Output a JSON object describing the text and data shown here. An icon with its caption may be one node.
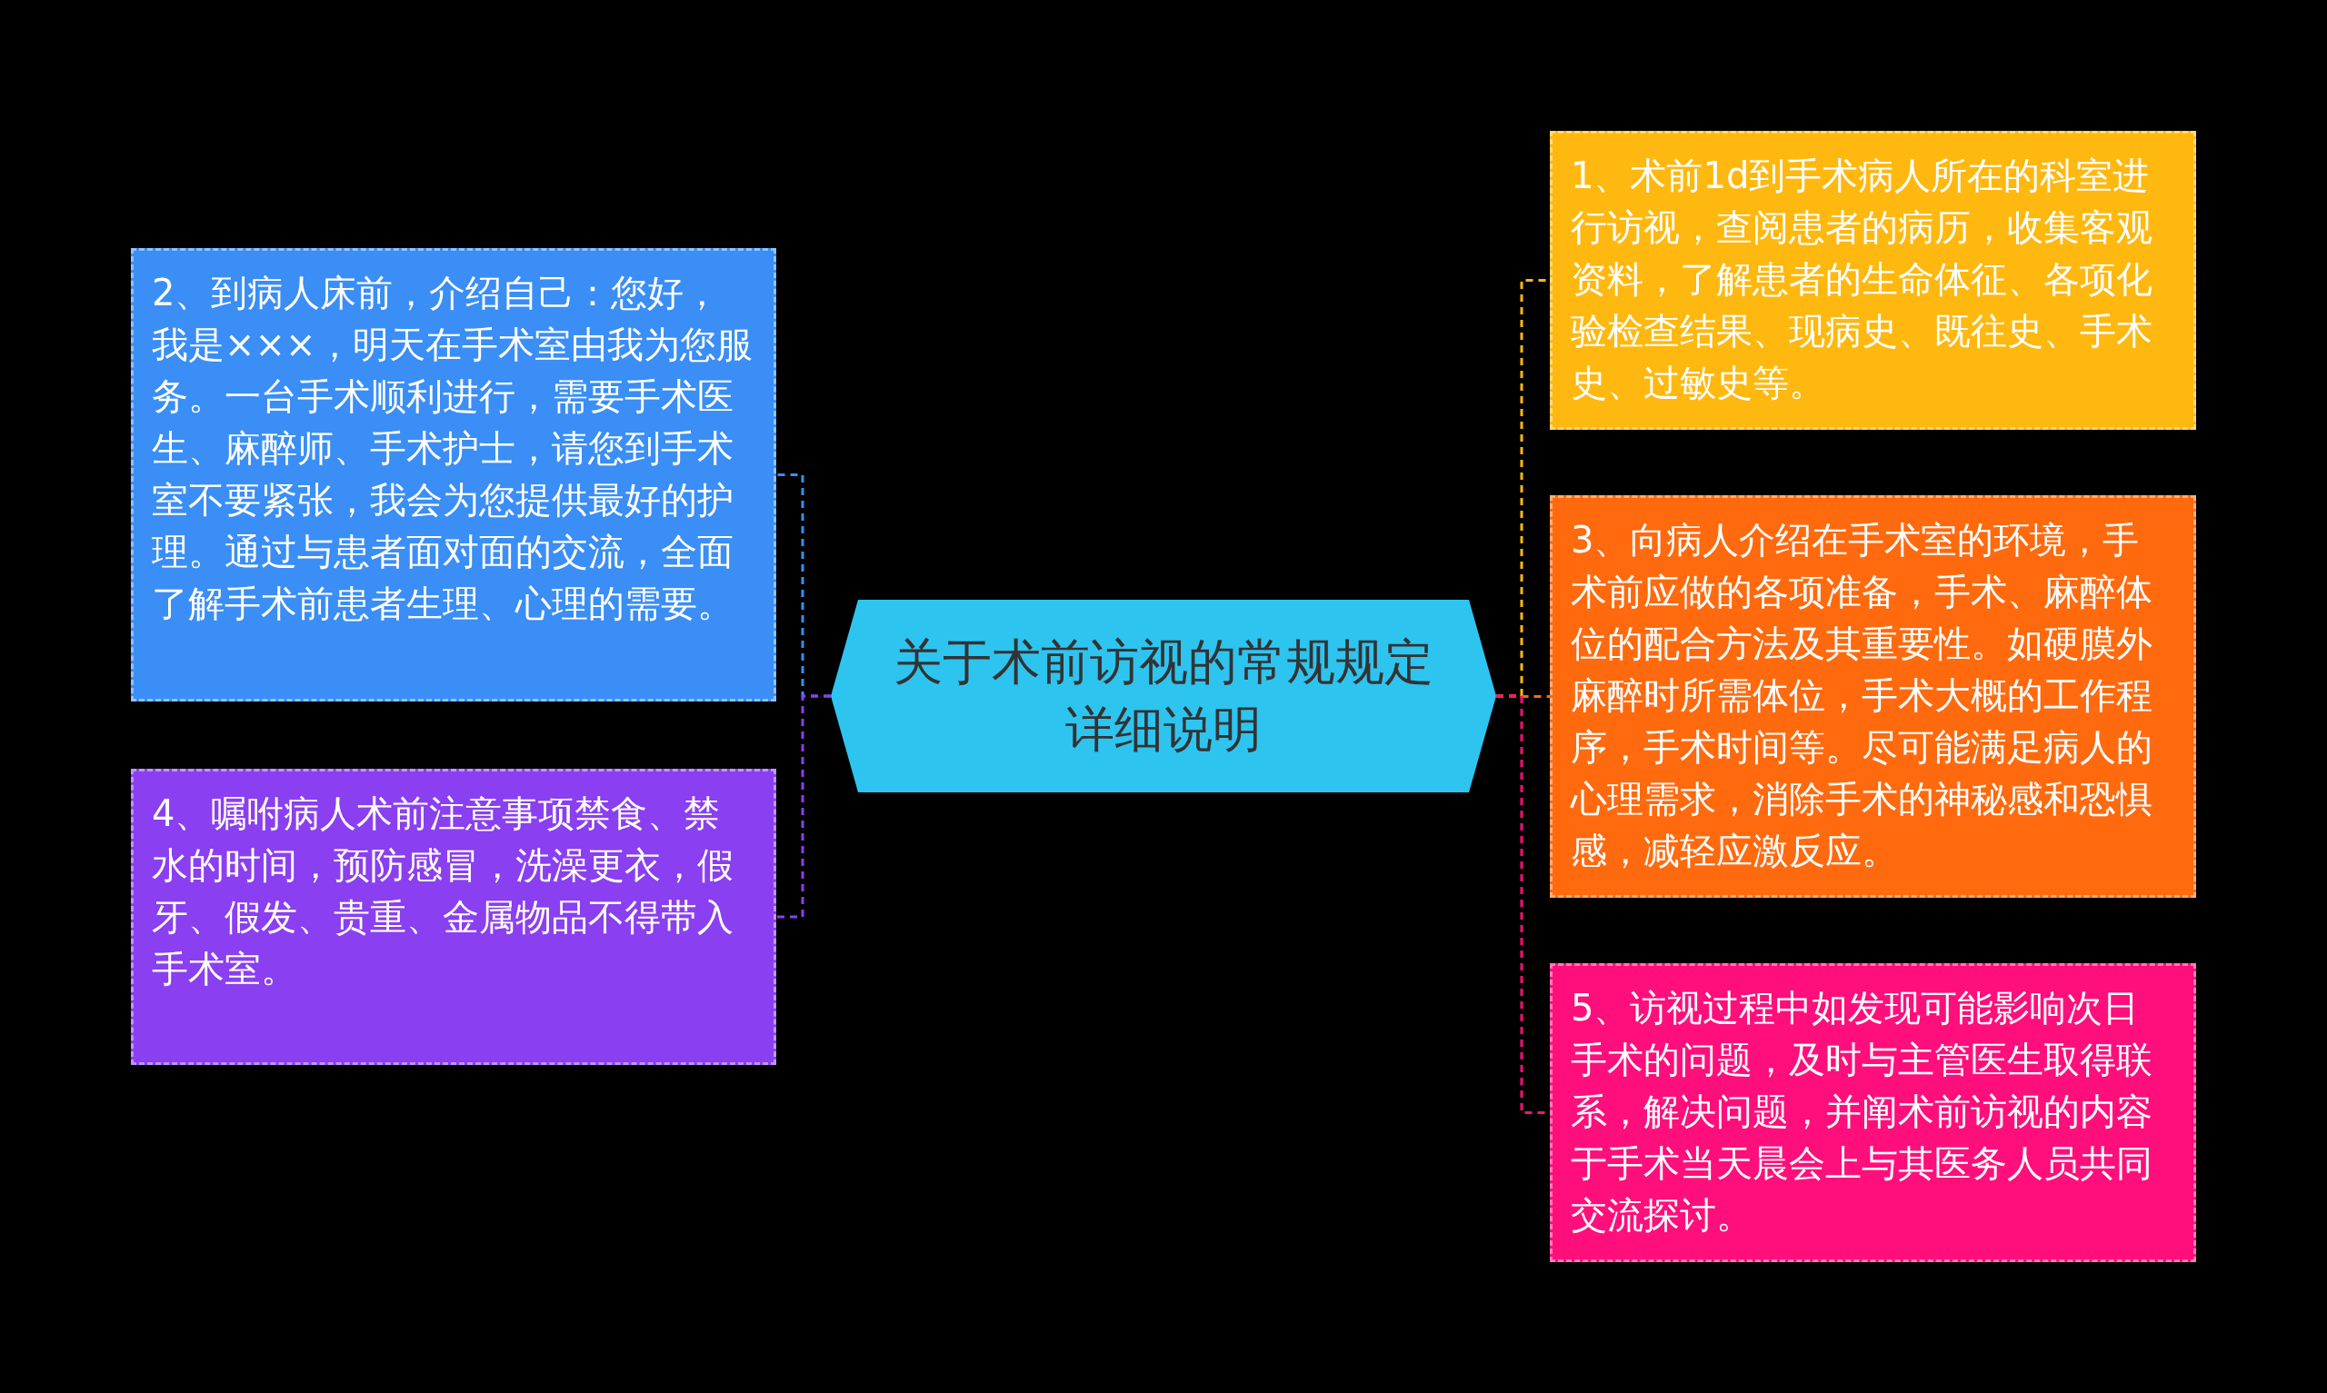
{
  "diagram": {
    "nodes": [
      {
        "text": [
          "关于术前访视的常规规定详细说明"
        ]
      },
      {
        "text": [
          "1、术前1d到手术病人所在的科室进行访视，查阅患者的病历，收集客观资料，了解患者的生命体征、各项化验检查结果、现病史、既往史、手术史、过敏史等。"
        ]
      },
      {
        "text": [
          "2、到病人床前，介绍自己：您好，我是×××，明天在手术室由我为您服务。一台手术顺利进行，需要手术医生、麻醉师、手术护士，请您到手术室不要紧张，我会为您提供最好的护理。通过与患者面对面的交流，全面了解手术前患者生理、心理的需要。"
        ]
      },
      {
        "text": [
          "3、向病人介绍在手术室的环境，手术前应做的各项准备，手术、麻醉体位的配合方法及其重要性。如硬膜外麻醉时所需体位，手术大概的工作程序，手术时间等。尽可能满足病人的心理需求，消除手术的神秘感和恐惧感，减轻应激反应。"
        ]
      },
      {
        "text": [
          "4、嘱咐病人术前注意事项禁食、禁水的时间，预防感冒，洗澡更衣，假牙、假发、贵重、金属物品不得带入手术室。"
        ]
      },
      {
        "text": [
          "5、访视过程中如发现可能影响次日手术的问题，及时与主管医生取得联系，解决问题，并阐术前访视的内容于手术当天晨会上与其医务人员共同交流探讨。"
        ]
      }
    ],
    "edges": [
      {
        "from": 0,
        "to": 1,
        "arrow": "none",
        "style": "dashed",
        "color": "#ffb80f"
      },
      {
        "from": 0,
        "to": 2,
        "arrow": "none",
        "style": "dashed",
        "color": "#3a8ef6"
      },
      {
        "from": 0,
        "to": 3,
        "arrow": "none",
        "style": "dashed",
        "color": "#ff6a0e"
      },
      {
        "from": 0,
        "to": 4,
        "arrow": "none",
        "style": "dashed",
        "color": "#8a3ff0"
      },
      {
        "from": 0,
        "to": 5,
        "arrow": "none",
        "style": "dashed",
        "color": "#ff0f7b"
      }
    ]
  }
}
